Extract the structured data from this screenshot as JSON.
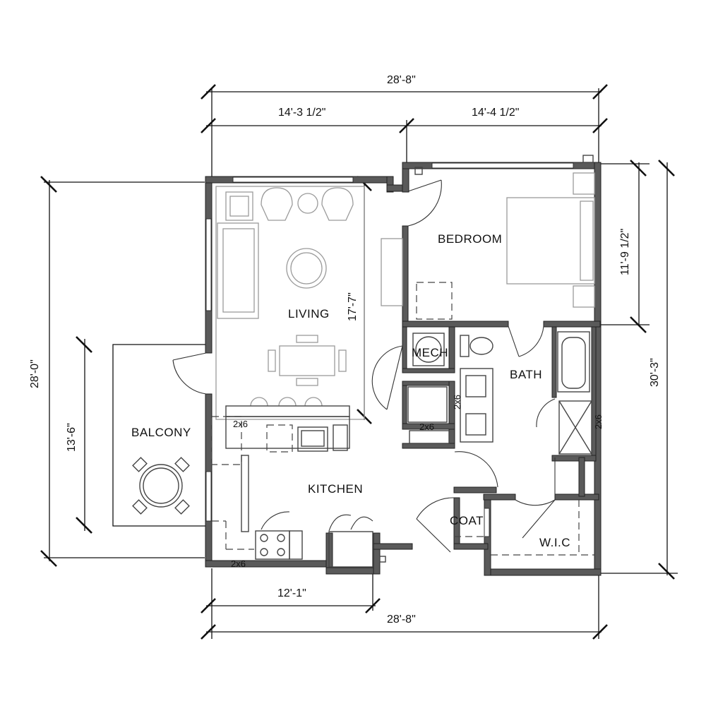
{
  "dimensions": {
    "overall_width_top": "28'-8\"",
    "left_segment_top": "14'-3 1/2\"",
    "right_segment_top": "14'-4 1/2\"",
    "overall_depth_left": "28'-0\"",
    "balcony_depth": "13'-6\"",
    "living_depth": "17'-7\"",
    "bedroom_depth": "11'-9 1/2\"",
    "overall_depth_right": "30'-3\"",
    "kitchen_width": "12'-1\"",
    "overall_width_bottom": "28'-8\""
  },
  "rooms": {
    "bedroom": "BEDROOM",
    "living": "LIVING",
    "mech": "MECH",
    "bath": "BATH",
    "balcony": "BALCONY",
    "kitchen": "KITCHEN",
    "coat": "COAT",
    "wic": "W.I.C"
  },
  "notes": {
    "wall_2x6_counter": "2x6",
    "wall_2x6_vanity": "2x6",
    "wall_2x6_bath_vertical": "2x6",
    "wall_2x6_shower": "2x6",
    "wall_2x6_bottom": "2x6"
  },
  "colors": {
    "wall_fill": "#5a5a5a",
    "furniture_stroke": "#9a9a9a",
    "line": "#111111"
  }
}
